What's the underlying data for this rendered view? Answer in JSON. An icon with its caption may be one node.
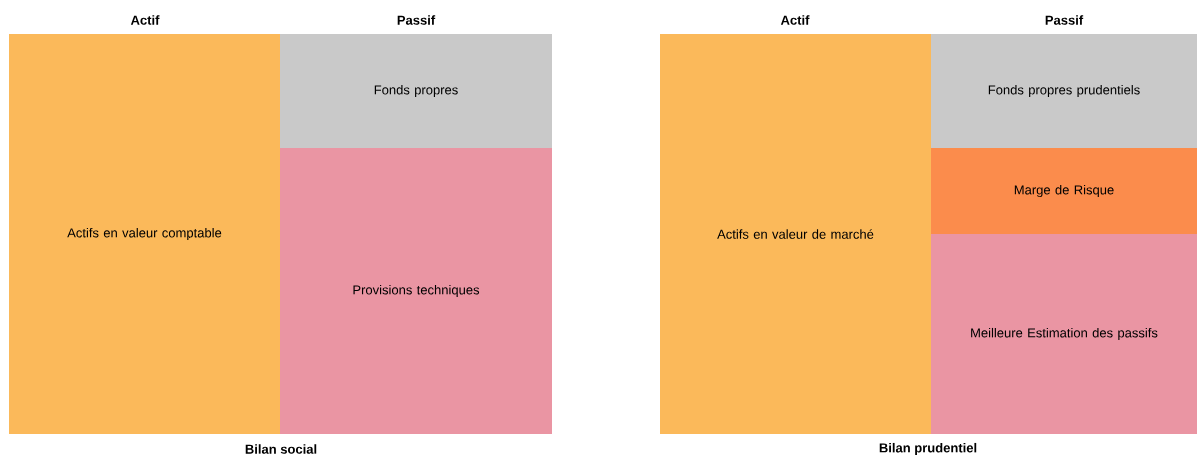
{
  "diagram": {
    "nodes": [
      {
        "text": [
          "Actifs en valeur comptable"
        ]
      },
      {
        "text": [
          "Fonds propres"
        ]
      },
      {
        "text": [
          "Provisions techniques"
        ]
      },
      {
        "text": [
          "Actifs en valeur de marché"
        ]
      },
      {
        "text": [
          "Fonds propres prudentiels"
        ]
      },
      {
        "text": [
          "Marge de Risque"
        ]
      },
      {
        "text": [
          "Meilleure Estimation des passifs"
        ]
      }
    ],
    "labels": [
      "Actif",
      "Passif",
      "Actif",
      "Passif",
      "Bilan social",
      "Bilan prudentiel"
    ]
  }
}
